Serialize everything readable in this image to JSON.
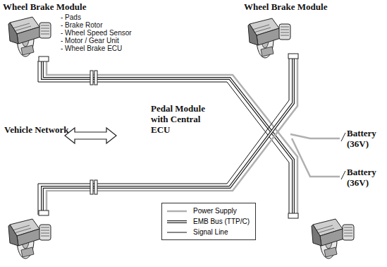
{
  "diagram": {
    "labels": [
      "Wheel Brake Module",
      "Wheel Brake Module",
      "- Pads",
      "- Brake Rotor",
      "- Wheel Speed Sensor",
      "- Motor / Gear Unit",
      "- Wheel Brake ECU",
      "Vehicle Network",
      "Pedal Module with Central ECU",
      "Battery (36V)",
      "Battery (36V)"
    ],
    "legend": [
      {
        "text": "Power Supply"
      },
      {
        "text": "EMB Bus (TTP/C)"
      },
      {
        "text": "Signal Line"
      }
    ]
  }
}
